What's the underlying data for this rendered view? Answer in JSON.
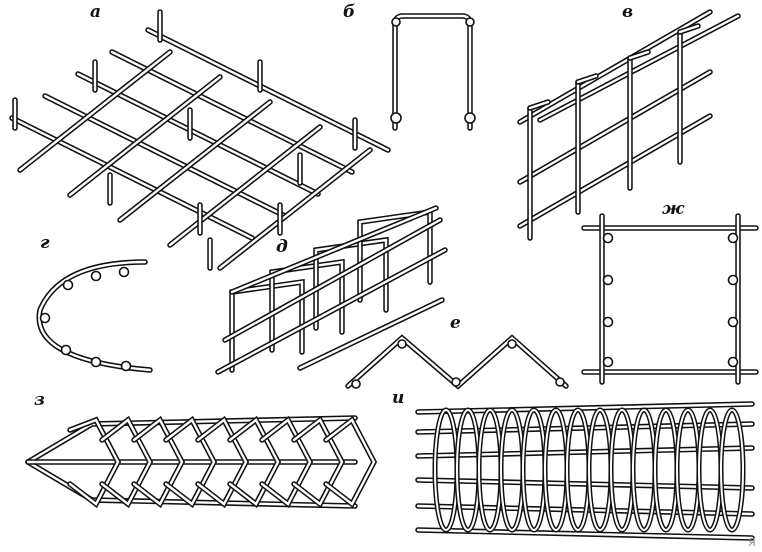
{
  "labels": {
    "a": "а",
    "b": "б",
    "v": "в",
    "g": "г",
    "d": "д",
    "e": "е",
    "zh": "ж",
    "z": "з",
    "i": "и"
  },
  "watermark": "Я",
  "colors": {
    "ink": "#111111",
    "paper": "#ffffff"
  }
}
